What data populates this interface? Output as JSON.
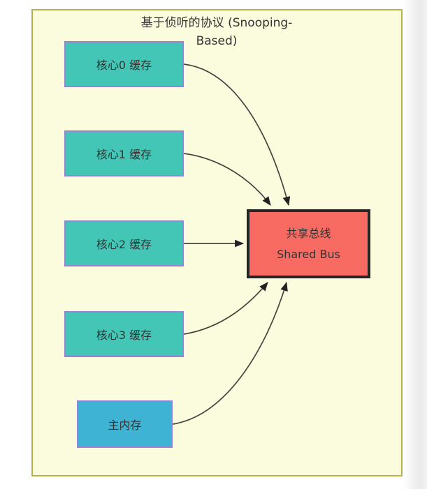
{
  "diagram": {
    "title_line1": "基于侦听的协议 (Snooping-",
    "title_line2": "Based)",
    "nodes": {
      "core0": {
        "label": "核心0 缓存"
      },
      "core1": {
        "label": "核心1 缓存"
      },
      "core2": {
        "label": "核心2 缓存"
      },
      "core3": {
        "label": "核心3 缓存"
      },
      "main_memory": {
        "label": "主内存"
      },
      "shared_bus": {
        "label_line1": "共享总线",
        "label_line2": "Shared Bus"
      }
    },
    "edges": [
      {
        "from": "core0",
        "to": "shared_bus"
      },
      {
        "from": "core1",
        "to": "shared_bus"
      },
      {
        "from": "core2",
        "to": "shared_bus"
      },
      {
        "from": "core3",
        "to": "shared_bus"
      },
      {
        "from": "main_memory",
        "to": "shared_bus"
      }
    ],
    "colors": {
      "canvas_background": "#FBFBDD",
      "canvas_border": "#B4B44F",
      "cache_fill": "#43C6B6",
      "memory_fill": "#3FB3D3",
      "bus_fill": "#F76B62",
      "node_border": "#9E7FD6",
      "bus_border": "#262626",
      "arrow": "#45453E",
      "text": "#333333"
    }
  }
}
